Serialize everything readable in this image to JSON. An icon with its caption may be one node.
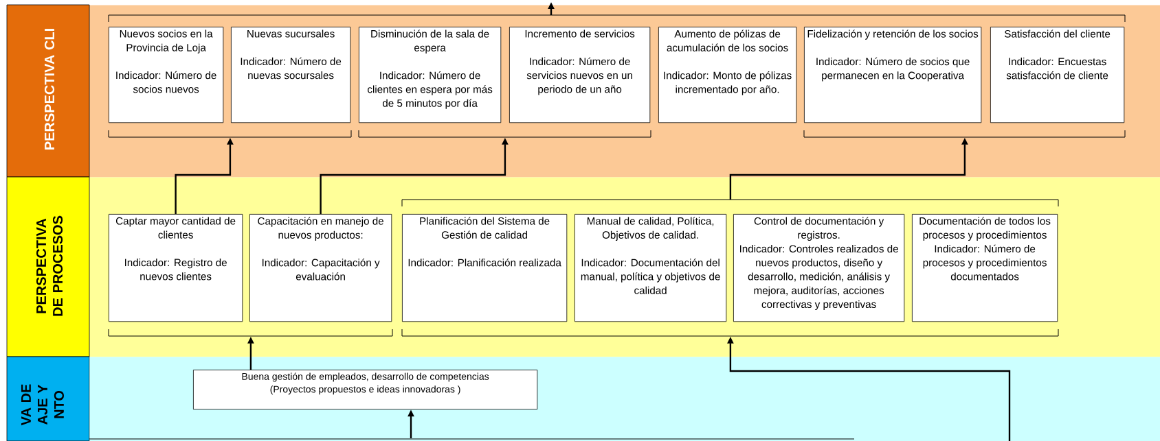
{
  "diagram": {
    "nodes": [
      {
        "text": [
          "PERSPECTIVA CLI"
        ]
      },
      {
        "text": [],
        "shape": "bracket",
        "in": 0
      },
      {
        "text": [
          "Nuevos socios en la Provincia de Loja",
          "Indicador: Número de socios nuevos"
        ],
        "in": 0
      },
      {
        "text": [
          "Nuevas sucursales",
          "Indicador: Número de nuevas socursales"
        ],
        "in": 0
      },
      {
        "text": [
          "Disminución de la sala de espera",
          "Indicador: Número de clientes en espera por más de 5 minutos por día"
        ],
        "in": 0
      },
      {
        "text": [
          "Incremento de servicios",
          "Indicador: Número de servicios nuevos en un periodo de un año"
        ],
        "in": 0
      },
      {
        "text": [
          "Aumento de pólizas de acumulación de los socios",
          "Indicador: Monto de pólizas incrementado por año."
        ],
        "in": 0
      },
      {
        "text": [
          "Fidelización y retención de los socios",
          "Indicador: Número de socios que permanecen en la Cooperativa"
        ],
        "in": 0
      },
      {
        "text": [
          "Satisfacción del cliente",
          "Indicador: Encuestas satisfacción de cliente"
        ],
        "in": 0
      },
      {
        "text": [],
        "shape": "bracket",
        "in": 0
      },
      {
        "text": [],
        "shape": "bracket",
        "in": 0
      },
      {
        "text": [],
        "shape": "bracket",
        "in": 0
      },
      {
        "text": [
          "PERSPECTIVA DE PROCESOS"
        ]
      },
      {
        "text": [],
        "shape": "bracket",
        "in": 12
      },
      {
        "text": [
          "Captar mayor cantidad de clientes",
          "Indicador: Registro de nuevos clientes"
        ],
        "in": 12
      },
      {
        "text": [
          "Capacitación en manejo de nuevos productos:",
          "Indicador: Capacitación y evaluación"
        ],
        "in": 12
      },
      {
        "text": [
          "Planificación del Sistema de Gestión de calidad",
          "Indicador: Planificación realizada"
        ],
        "in": 12
      },
      {
        "text": [
          "Manual de calidad, Política, Objetivos de calidad.",
          "Indicador: Documentación del manual, política y objetivos de calidad"
        ],
        "in": 12
      },
      {
        "text": [
          "Control de documentación y registros.",
          "Indicador: Controles realizados de nuevos productos, diseño y desarrollo, medición, análisis y mejora, auditorías, acciones correctivas y preventivas"
        ],
        "in": 12
      },
      {
        "text": [
          "Documentación de todos los procesos y procedimientos",
          "Indicador: Número de procesos y procedimientos documentados"
        ],
        "in": 12
      },
      {
        "text": [],
        "shape": "bracket",
        "in": 12
      },
      {
        "text": [],
        "shape": "bracket",
        "in": 12
      },
      {
        "text": [
          "VA DE AJE Y NTO"
        ]
      },
      {
        "text": [
          "Buena gestión de empleados, desarrollo de competencias",
          "(Proyectos propuestos e ideas innovadoras )"
        ],
        "in": 22
      },
      {
        "text": [],
        "shape": "box",
        "in": 22
      }
    ],
    "edges": [
      {
        "from": 1,
        "to": null,
        "arrow": "to"
      },
      {
        "from": 14,
        "to": 9,
        "arrow": "to"
      },
      {
        "from": 15,
        "to": 10,
        "arrow": "to"
      },
      {
        "from": 13,
        "to": 11,
        "arrow": "to"
      },
      {
        "from": 23,
        "to": 20,
        "arrow": "to"
      },
      {
        "from": 24,
        "to": 23,
        "arrow": "to"
      },
      {
        "from": 22,
        "to": 21,
        "arrow": "to"
      }
    ]
  }
}
